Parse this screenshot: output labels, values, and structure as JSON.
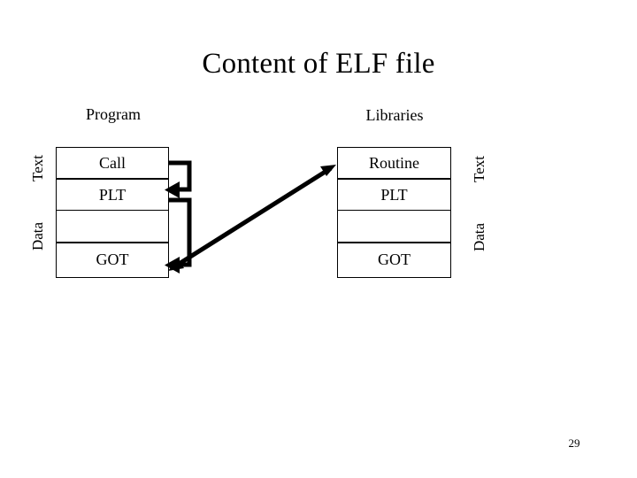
{
  "slide": {
    "title": "Content of ELF file",
    "page_number": "29",
    "background_color": "#ffffff",
    "ink_color": "#000000"
  },
  "columns": {
    "program": {
      "caption": "Program",
      "side_labels": [
        "Text",
        "Data"
      ],
      "rows": [
        {
          "label": "Call",
          "segment": "Text"
        },
        {
          "label": "PLT",
          "segment": "Text"
        },
        {
          "label": "",
          "segment": "Data"
        },
        {
          "label": "GOT",
          "segment": "Data"
        }
      ]
    },
    "libraries": {
      "caption": "Libraries",
      "side_labels": [
        "Text",
        "Data"
      ],
      "rows": [
        {
          "label": "Routine",
          "segment": "Text"
        },
        {
          "label": "PLT",
          "segment": "Text"
        },
        {
          "label": "",
          "segment": "Data"
        },
        {
          "label": "GOT",
          "segment": "Data"
        }
      ]
    }
  },
  "arrows": [
    {
      "name": "call-to-plt-hook-arrow",
      "kind": "hook",
      "from": "Call",
      "to": "PLT",
      "direction": "left",
      "color": "#000000"
    },
    {
      "name": "plt-to-got-hook-arrow",
      "kind": "hook",
      "from": "PLT",
      "to": "GOT",
      "direction": "left",
      "color": "#000000"
    },
    {
      "name": "got-to-routine-diagonal-arrow",
      "kind": "double-headed-diagonal",
      "from": "Program GOT",
      "to": "Libraries Routine",
      "color": "#000000"
    }
  ]
}
